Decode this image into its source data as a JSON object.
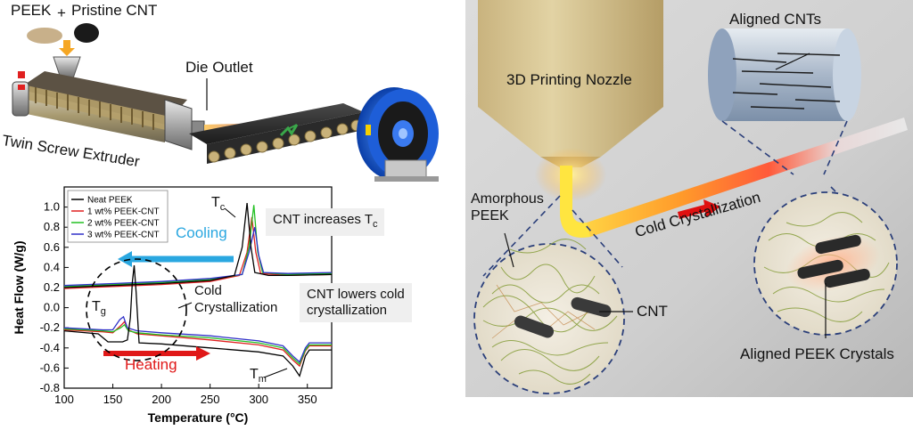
{
  "process": {
    "peek": "PEEK",
    "plus": "+",
    "cnt": "Pristine CNT",
    "die_outlet": "Die Outlet",
    "extruder": "Twin Screw Extruder"
  },
  "printing": {
    "nozzle": "3D Printing Nozzle",
    "aligned_cnts": "Aligned CNTs",
    "amorphous_line1": "Amorphous",
    "amorphous_line2": "PEEK",
    "cold_cryst": "Cold Crystallization",
    "cnt": "CNT",
    "aligned_crystals": "Aligned PEEK Crystals"
  },
  "notes": {
    "tc_main": "T",
    "tc_sub": "c",
    "cnt_tc": "CNT increases T",
    "cnt_tc_sub": "c",
    "cooling": "Cooling",
    "heating": "Heating",
    "tg_main": "T",
    "tg_sub": "g",
    "cold_line1": "Cold",
    "cold_line2": "Crystallization",
    "lower_line1": "CNT lowers cold",
    "lower_line2": "crystallization",
    "tm_main": "T",
    "tm_sub": "m"
  },
  "colors": {
    "neat": "#000000",
    "wt1": "#e02020",
    "wt2": "#22c022",
    "wt3": "#3030c8",
    "cooling_arrow": "#2aa7e0",
    "heating_arrow": "#e01818"
  },
  "chart_data": {
    "type": "line",
    "xlabel": "Temperature (°C)",
    "ylabel": "Heat Flow (W/g)",
    "xlim": [
      100,
      375
    ],
    "ylim": [
      -0.8,
      1.2
    ],
    "xticks": [
      100,
      150,
      200,
      250,
      300,
      350
    ],
    "yticks": [
      -0.8,
      -0.6,
      -0.4,
      -0.2,
      0.0,
      0.2,
      0.4,
      0.6,
      0.8,
      1.0
    ],
    "legend": "top-left",
    "series": [
      {
        "name": "Neat PEEK",
        "cooling": [
          [
            100,
            0.2
          ],
          [
            150,
            0.22
          ],
          [
            200,
            0.24
          ],
          [
            250,
            0.27
          ],
          [
            275,
            0.32
          ],
          [
            283,
            0.6
          ],
          [
            288,
            1.04
          ],
          [
            292,
            0.6
          ],
          [
            296,
            0.35
          ],
          [
            310,
            0.32
          ],
          [
            330,
            0.32
          ],
          [
            375,
            0.33
          ]
        ],
        "heating": [
          [
            100,
            -0.23
          ],
          [
            135,
            -0.26
          ],
          [
            145,
            -0.34
          ],
          [
            160,
            -0.34
          ],
          [
            165,
            -0.32
          ],
          [
            168,
            -0.1
          ],
          [
            170,
            0.25
          ],
          [
            172,
            0.42
          ],
          [
            174,
            0.15
          ],
          [
            177,
            -0.35
          ],
          [
            200,
            -0.36
          ],
          [
            250,
            -0.4
          ],
          [
            300,
            -0.44
          ],
          [
            325,
            -0.48
          ],
          [
            335,
            -0.58
          ],
          [
            342,
            -0.68
          ],
          [
            348,
            -0.48
          ],
          [
            352,
            -0.42
          ],
          [
            375,
            -0.42
          ]
        ]
      },
      {
        "name": "1 wt% PEEK-CNT",
        "cooling": [
          [
            100,
            0.19
          ],
          [
            150,
            0.21
          ],
          [
            200,
            0.23
          ],
          [
            250,
            0.26
          ],
          [
            280,
            0.32
          ],
          [
            288,
            0.55
          ],
          [
            293,
            0.9
          ],
          [
            297,
            0.55
          ],
          [
            302,
            0.34
          ],
          [
            330,
            0.32
          ],
          [
            375,
            0.33
          ]
        ],
        "heating": [
          [
            100,
            -0.22
          ],
          [
            140,
            -0.24
          ],
          [
            150,
            -0.25
          ],
          [
            158,
            -0.18
          ],
          [
            162,
            -0.14
          ],
          [
            166,
            -0.22
          ],
          [
            175,
            -0.26
          ],
          [
            200,
            -0.28
          ],
          [
            250,
            -0.32
          ],
          [
            300,
            -0.37
          ],
          [
            325,
            -0.42
          ],
          [
            335,
            -0.52
          ],
          [
            342,
            -0.58
          ],
          [
            348,
            -0.43
          ],
          [
            352,
            -0.38
          ],
          [
            375,
            -0.38
          ]
        ]
      },
      {
        "name": "2 wt% PEEK-CNT",
        "cooling": [
          [
            100,
            0.21
          ],
          [
            150,
            0.23
          ],
          [
            200,
            0.25
          ],
          [
            250,
            0.28
          ],
          [
            283,
            0.33
          ],
          [
            290,
            0.6
          ],
          [
            295,
            1.02
          ],
          [
            299,
            0.55
          ],
          [
            304,
            0.35
          ],
          [
            330,
            0.33
          ],
          [
            375,
            0.34
          ]
        ],
        "heating": [
          [
            100,
            -0.21
          ],
          [
            140,
            -0.23
          ],
          [
            150,
            -0.24
          ],
          [
            158,
            -0.2
          ],
          [
            162,
            -0.17
          ],
          [
            166,
            -0.23
          ],
          [
            175,
            -0.25
          ],
          [
            200,
            -0.27
          ],
          [
            250,
            -0.3
          ],
          [
            300,
            -0.35
          ],
          [
            325,
            -0.4
          ],
          [
            335,
            -0.5
          ],
          [
            342,
            -0.56
          ],
          [
            348,
            -0.42
          ],
          [
            352,
            -0.37
          ],
          [
            375,
            -0.37
          ]
        ]
      },
      {
        "name": "3 wt% PEEK-CNT",
        "cooling": [
          [
            100,
            0.22
          ],
          [
            150,
            0.24
          ],
          [
            200,
            0.26
          ],
          [
            250,
            0.29
          ],
          [
            283,
            0.33
          ],
          [
            290,
            0.55
          ],
          [
            296,
            0.8
          ],
          [
            300,
            0.52
          ],
          [
            305,
            0.35
          ],
          [
            330,
            0.34
          ],
          [
            375,
            0.35
          ]
        ],
        "heating": [
          [
            100,
            -0.2
          ],
          [
            140,
            -0.22
          ],
          [
            150,
            -0.22
          ],
          [
            157,
            -0.12
          ],
          [
            161,
            -0.09
          ],
          [
            165,
            -0.2
          ],
          [
            175,
            -0.23
          ],
          [
            200,
            -0.25
          ],
          [
            250,
            -0.28
          ],
          [
            300,
            -0.33
          ],
          [
            325,
            -0.38
          ],
          [
            335,
            -0.48
          ],
          [
            342,
            -0.54
          ],
          [
            348,
            -0.4
          ],
          [
            352,
            -0.35
          ],
          [
            375,
            -0.35
          ]
        ]
      }
    ]
  }
}
